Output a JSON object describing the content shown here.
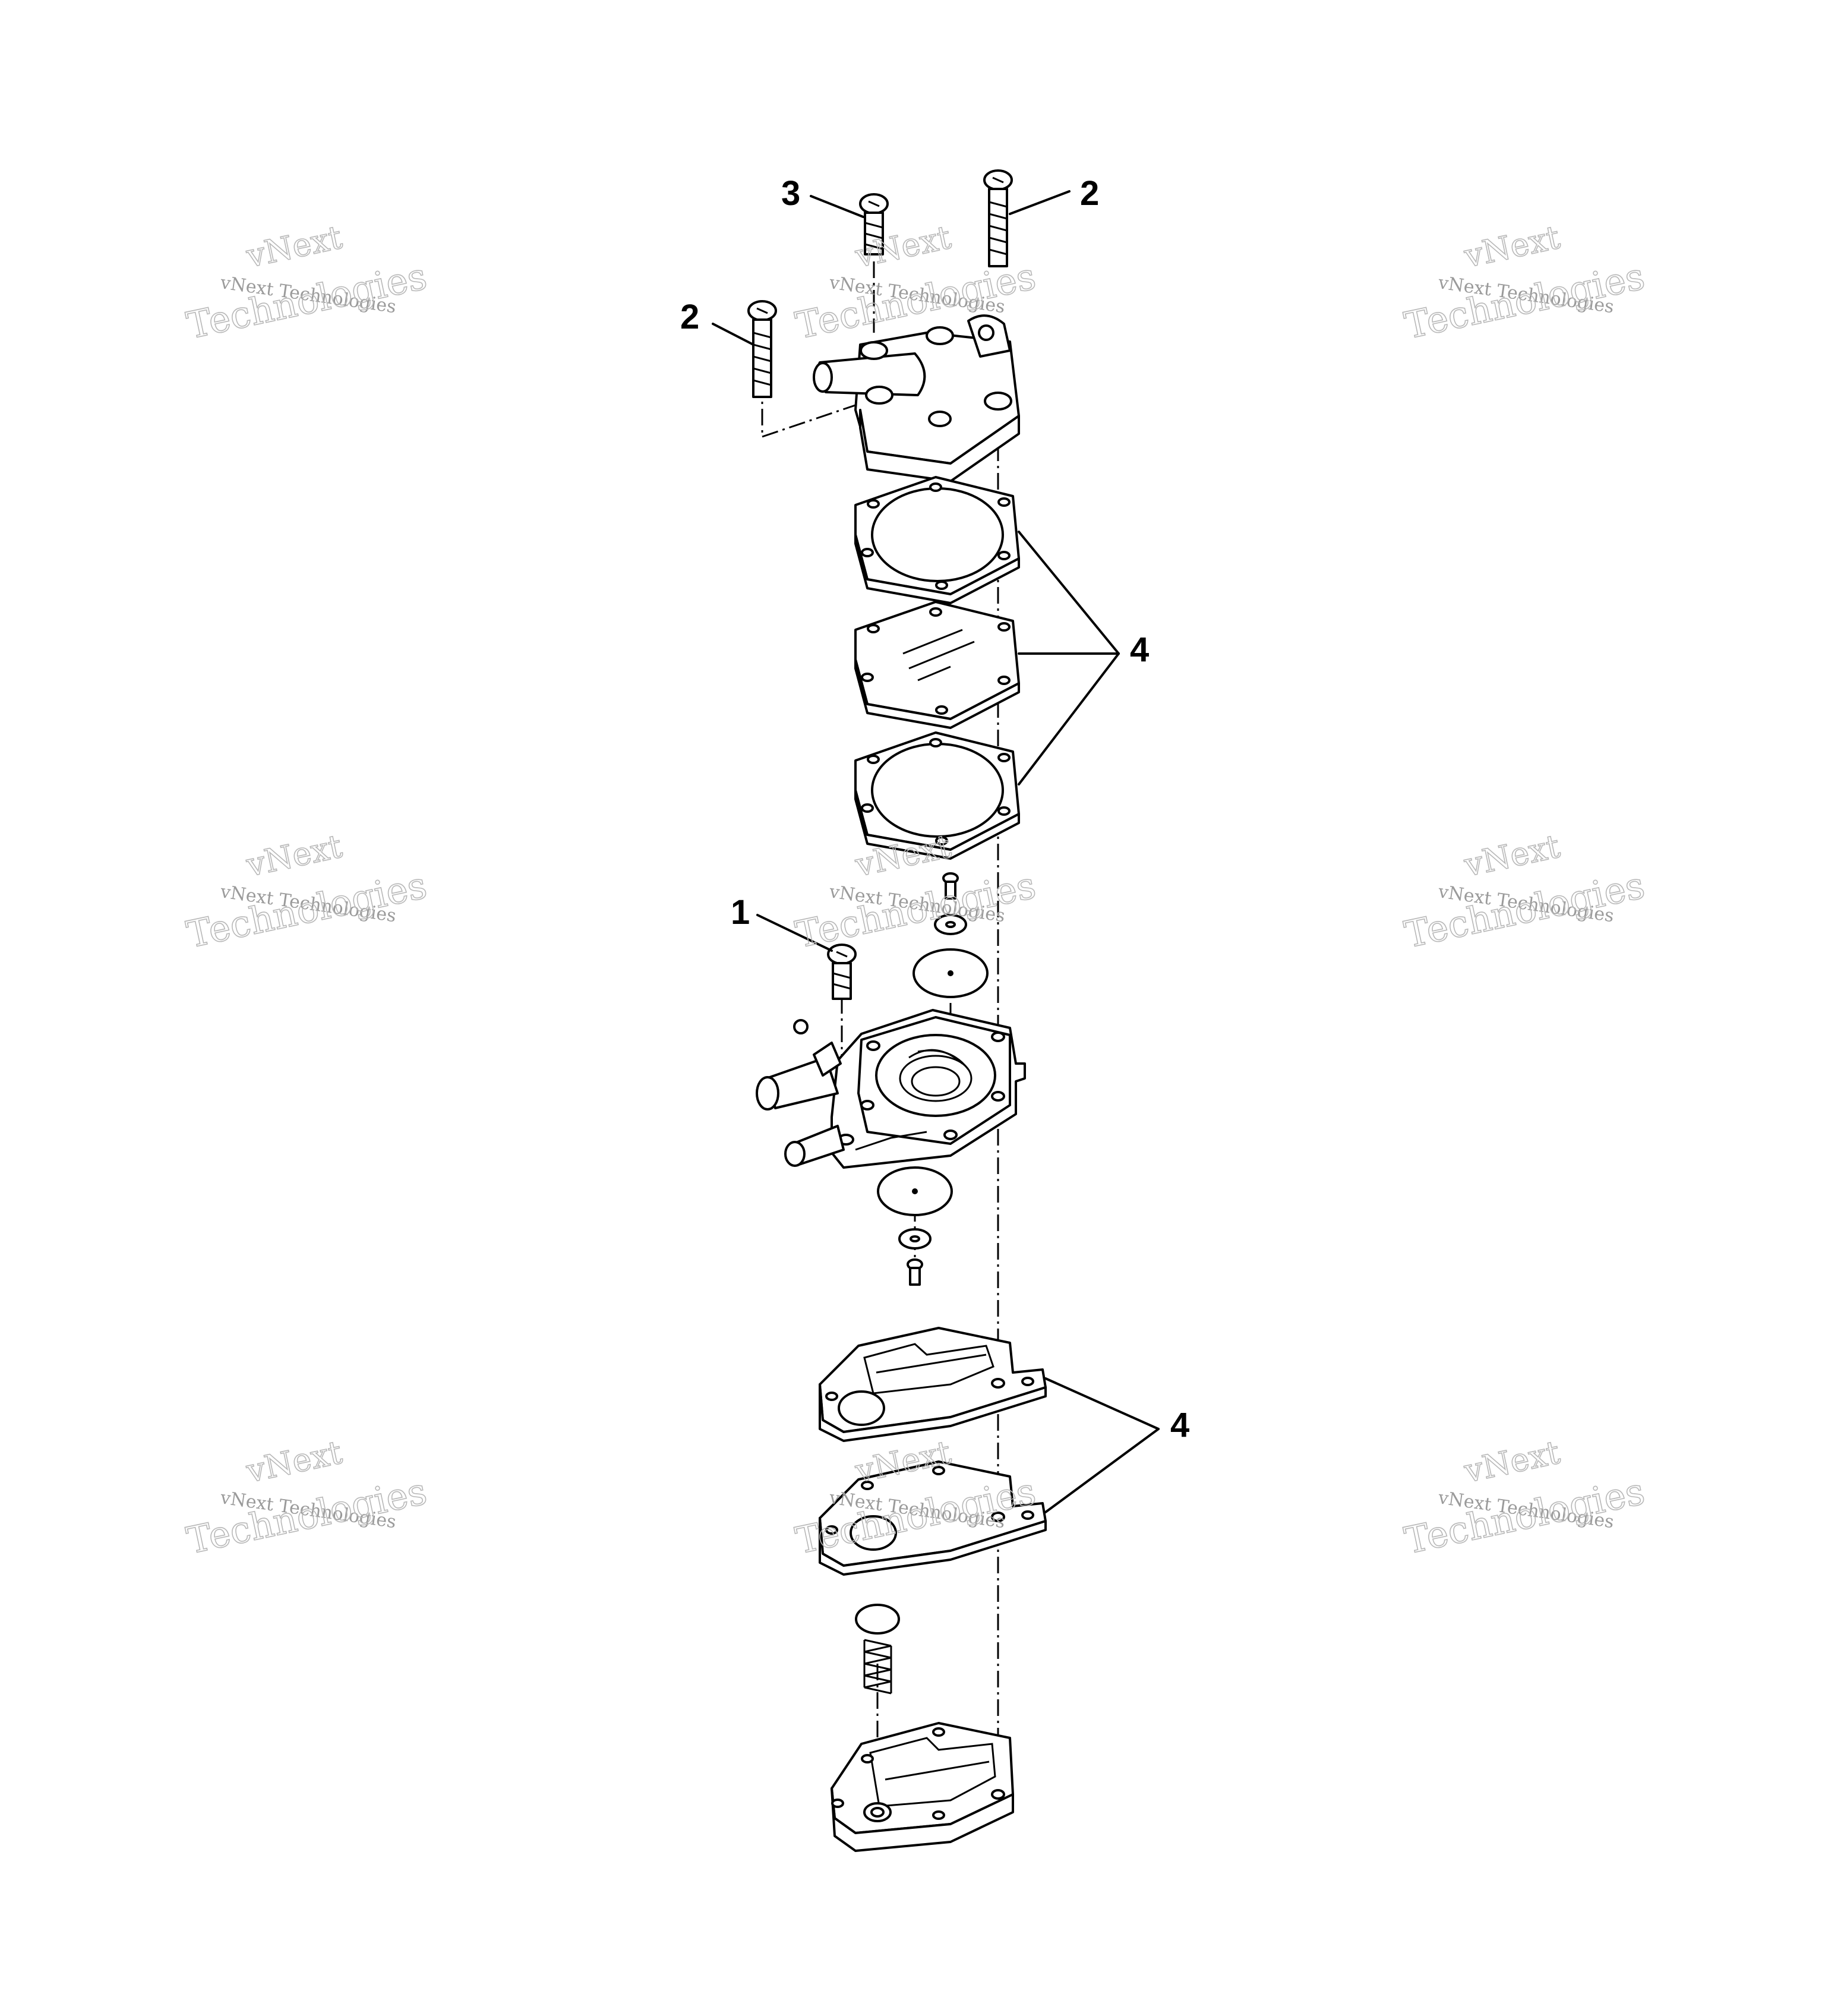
{
  "callouts": {
    "c1": "1",
    "c2a": "2",
    "c2b": "2",
    "c3": "3",
    "c4a": "4",
    "c4b": "4"
  },
  "watermark": {
    "line1": "vNext",
    "line2": "vNext Technologies",
    "line3": "Technologies"
  }
}
